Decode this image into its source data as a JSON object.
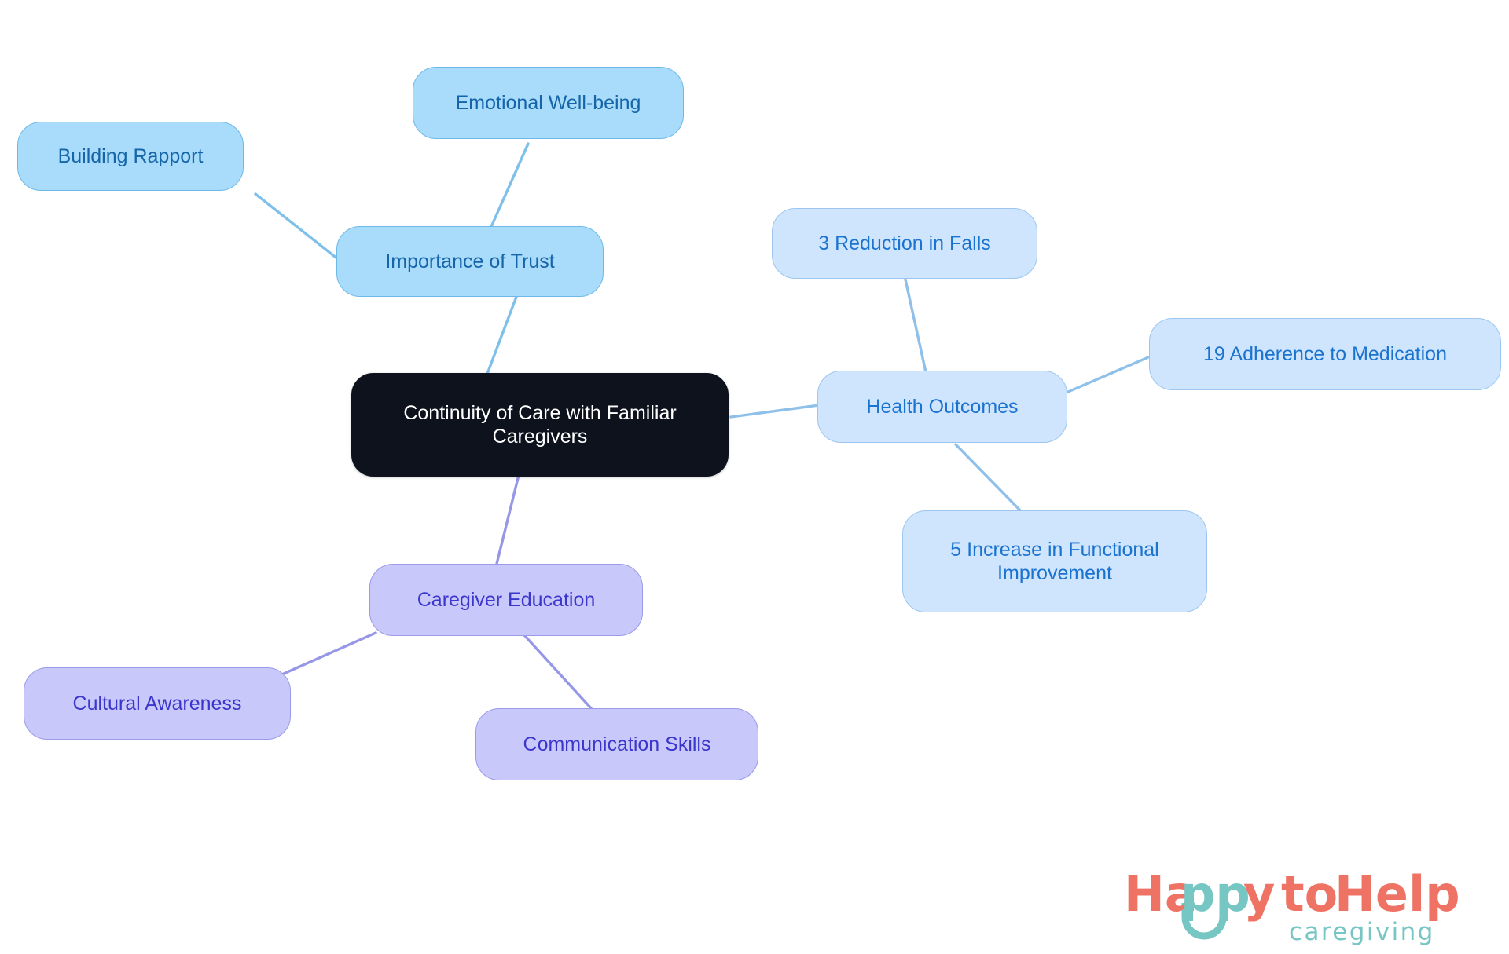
{
  "diagram": {
    "type": "mindmap",
    "title": "Continuity of Care with Familiar Caregivers",
    "background": "#ffffff",
    "root": {
      "id": "root",
      "label": "Continuity of Care with Familiar\nCaregivers",
      "fill": "#0d121c",
      "text_color": "#ffffff"
    },
    "branches": [
      {
        "id": "importance-of-trust",
        "label": "Importance of Trust",
        "fill": "#a9dcfb",
        "border": "#6cb9e8",
        "text_color": "#1565a8",
        "edge_color": "#7fc0ea",
        "children": [
          {
            "id": "building-rapport",
            "label": "Building Rapport",
            "fill": "#a9dcfb",
            "border": "#6cb9e8",
            "text_color": "#1565a8"
          },
          {
            "id": "emotional-well-being",
            "label": "Emotional Well-being",
            "fill": "#a9dcfb",
            "border": "#6cb9e8",
            "text_color": "#1565a8"
          }
        ]
      },
      {
        "id": "health-outcomes",
        "label": "Health Outcomes",
        "fill": "#cfe5fd",
        "border": "#9cc6ef",
        "text_color": "#1b73d0",
        "edge_color": "#8fc0ea",
        "children": [
          {
            "id": "reduction-in-falls",
            "label": "3 Reduction in Falls",
            "fill": "#cfe5fd",
            "border": "#9cc6ef",
            "text_color": "#1b73d0"
          },
          {
            "id": "adherence-to-medication",
            "label": "19 Adherence to Medication",
            "fill": "#cfe5fd",
            "border": "#9cc6ef",
            "text_color": "#1b73d0"
          },
          {
            "id": "functional-improvement",
            "label": "5 Increase in Functional\nImprovement",
            "fill": "#cfe5fd",
            "border": "#9cc6ef",
            "text_color": "#1b73d0"
          }
        ]
      },
      {
        "id": "caregiver-education",
        "label": "Caregiver Education",
        "fill": "#c9c8fa",
        "border": "#9a9aea",
        "text_color": "#3b36cc",
        "edge_color": "#9797e8",
        "children": [
          {
            "id": "cultural-awareness",
            "label": "Cultural Awareness",
            "fill": "#c9c8fa",
            "border": "#9a9aea",
            "text_color": "#3b36cc"
          },
          {
            "id": "communication-skills",
            "label": "Communication Skills",
            "fill": "#c9c8fa",
            "border": "#9a9aea",
            "text_color": "#3b36cc"
          }
        ]
      }
    ]
  },
  "logo": {
    "word_happy": "Happy",
    "word_to": "to",
    "word_help": "Help",
    "word_caregiving": "caregiving",
    "coral": "#ef7365",
    "teal": "#76c6c3"
  }
}
